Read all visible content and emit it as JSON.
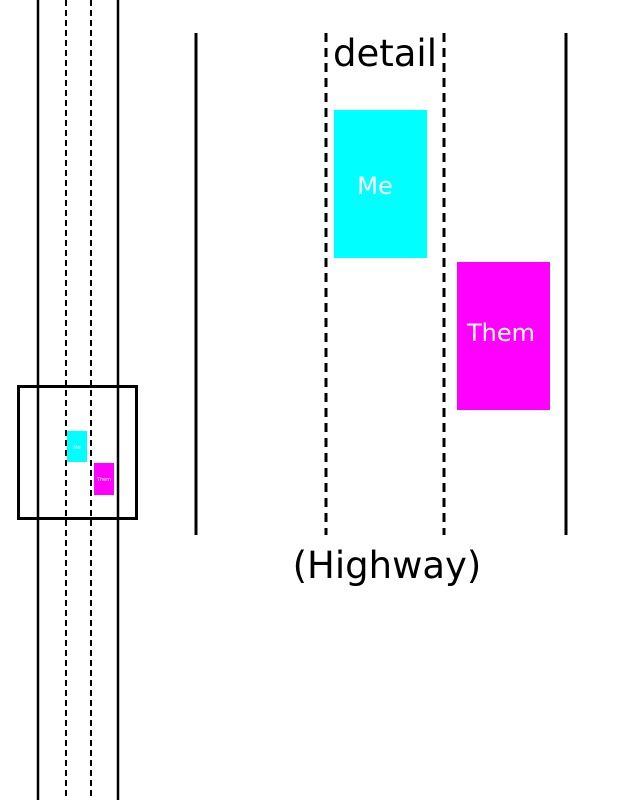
{
  "labels": {
    "detail": "detail",
    "road": "(Highway)"
  },
  "vehicles": {
    "me": {
      "label": "Me",
      "color": "#00FFFF"
    },
    "them": {
      "label": "Them",
      "color": "#FF00FF"
    }
  }
}
